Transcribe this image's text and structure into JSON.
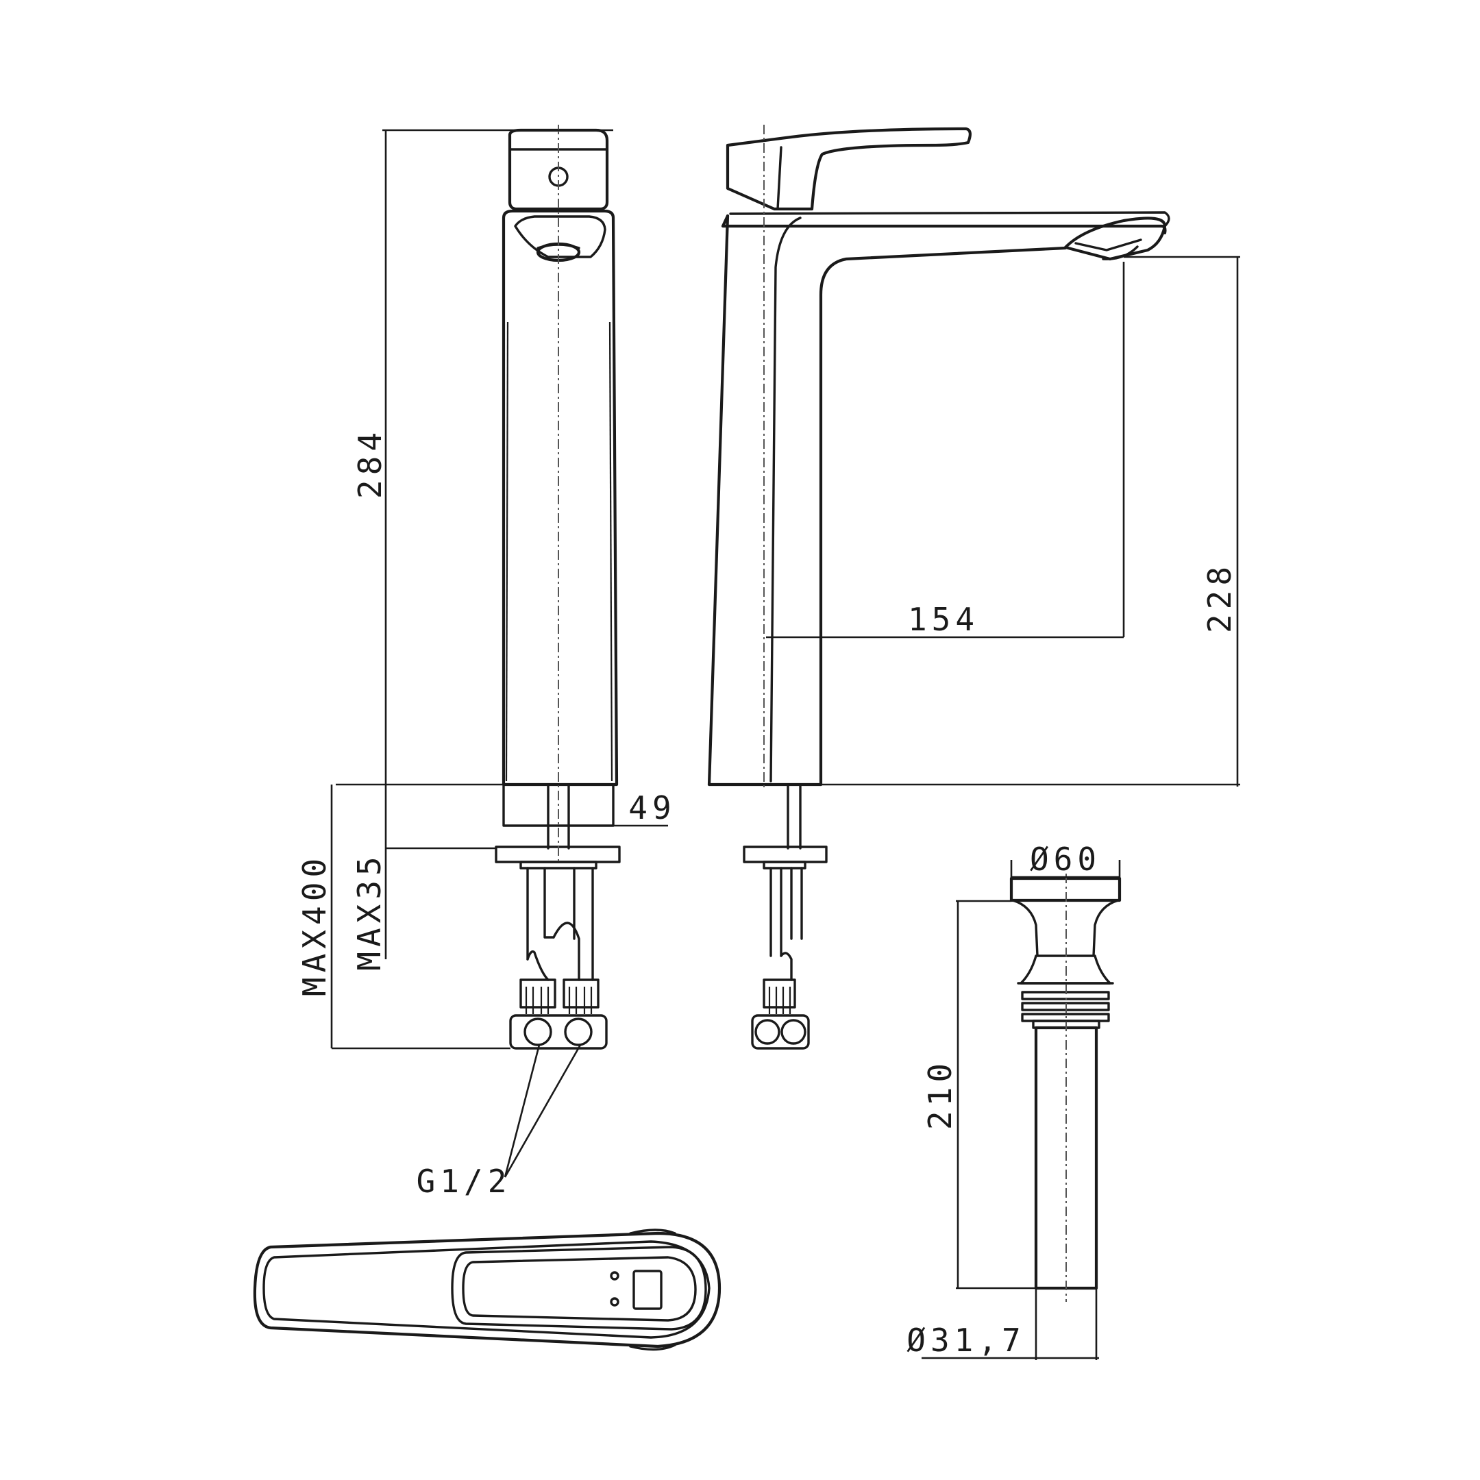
{
  "dimensions": {
    "total_height": "284",
    "spout_height": "228",
    "spout_reach": "154",
    "body_shank": "49",
    "max_counter": "MAX35",
    "max_hose": "MAX400",
    "connection": "G1/2",
    "drain_diameter": "Ø60",
    "drain_length": "210",
    "drain_pipe": "Ø31,7"
  },
  "colors": {
    "line": "#1a1a1a",
    "background": "#ffffff"
  }
}
